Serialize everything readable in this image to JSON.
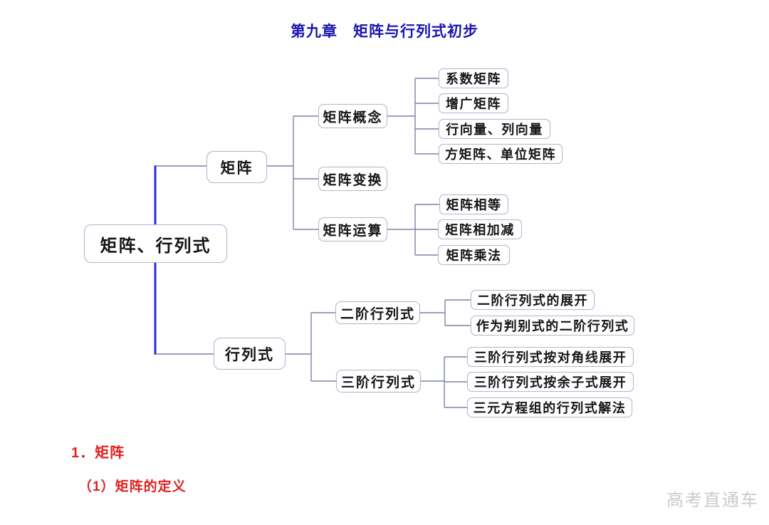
{
  "page": {
    "title": "第九章　矩阵与行列式初步"
  },
  "mindmap": {
    "type": "tree",
    "colors": {
      "trunk_line": "#2a2ecf",
      "branch_line": "#7c82a8",
      "node_border": "#b3b7d0",
      "title_text": "#1a16b0",
      "heading_text": "#e02020",
      "watermark_text": "#cbcbcb"
    },
    "nodes": {
      "root": "矩阵、行列式",
      "matrix": "矩阵",
      "determinant": "行列式",
      "matrix_concept": "矩阵概念",
      "matrix_transform": "矩阵变换",
      "matrix_operation": "矩阵运算",
      "coefficient_matrix": "系数矩阵",
      "augmented_matrix": "增广矩阵",
      "row_col_vector": "行向量、列向量",
      "square_identity_matrix": "方矩阵、单位矩阵",
      "matrix_equal": "矩阵相等",
      "matrix_add_sub": "矩阵相加减",
      "matrix_multiply": "矩阵乘法",
      "det2": "二阶行列式",
      "det3": "三阶行列式",
      "det2_expand": "二阶行列式的展开",
      "det2_discriminant": "作为判别式的二阶行列式",
      "det3_diagonal": "三阶行列式按对角线展开",
      "det3_cofactor": "三阶行列式按余子式展开",
      "det3_solution": "三元方程组的行列式解法"
    },
    "hierarchy": {
      "矩阵、行列式": {
        "矩阵": {
          "矩阵概念": [
            "系数矩阵",
            "增广矩阵",
            "行向量、列向量",
            "方矩阵、单位矩阵"
          ],
          "矩阵变换": [],
          "矩阵运算": [
            "矩阵相等",
            "矩阵相加减",
            "矩阵乘法"
          ]
        },
        "行列式": {
          "二阶行列式": [
            "二阶行列式的展开",
            "作为判别式的二阶行列式"
          ],
          "三阶行列式": [
            "三阶行列式按对角线展开",
            "三阶行列式按余子式展开",
            "三元方程组的行列式解法"
          ]
        }
      }
    }
  },
  "sections": {
    "heading_1": "1．矩阵",
    "heading_2": "（1）矩阵的定义"
  },
  "watermark": "高考直通车"
}
